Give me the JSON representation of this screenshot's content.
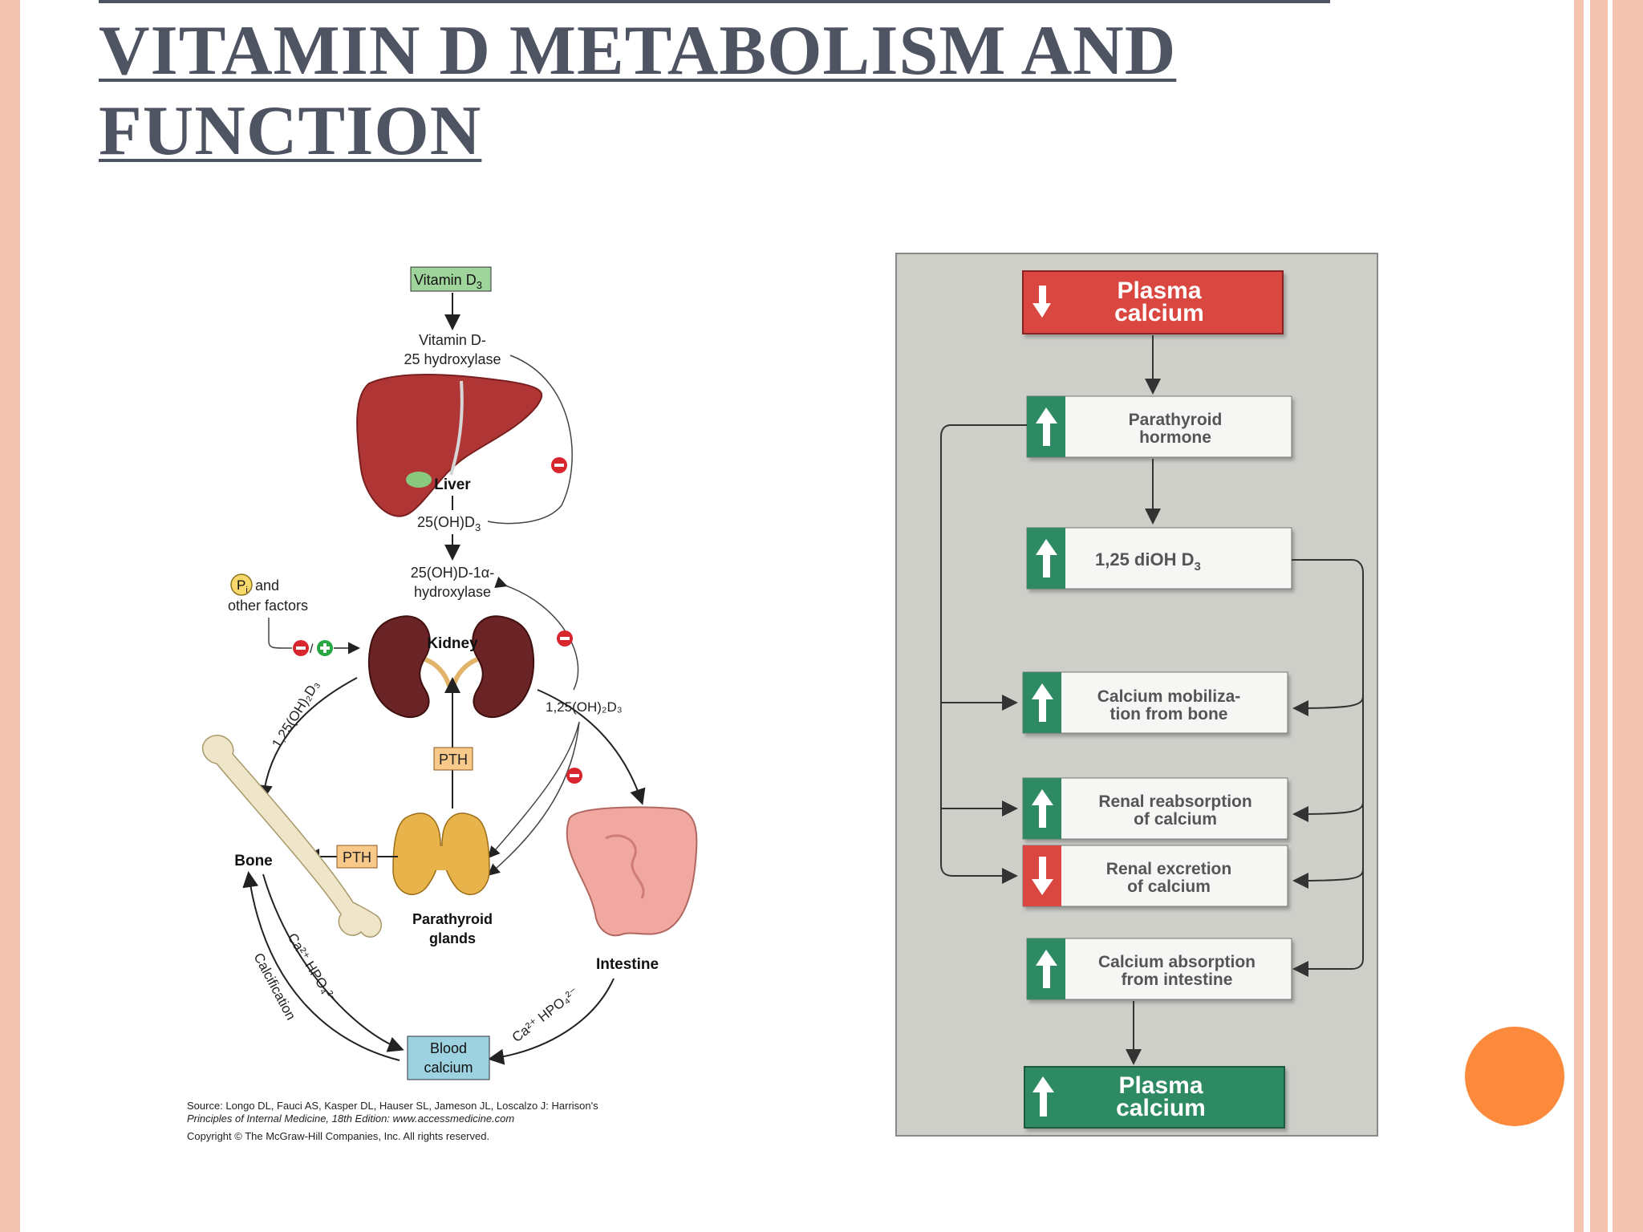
{
  "title": "VITAMIN D METABOLISM AND FUNCTION",
  "left_diagram": {
    "vitamin_d3": "Vitamin D",
    "vitamin_d3_sub": "3",
    "hydroxylase25_line1": "Vitamin D-",
    "hydroxylase25_line2": "25 hydroxylase",
    "liver": "Liver",
    "oh_d3": "25(OH)D",
    "oh_d3_sub": "3",
    "hydroxylase1a_line1": "25(OH)D-1α-",
    "hydroxylase1a_line2": "hydroxylase",
    "pi_label": "P",
    "pi_sub": "i",
    "pi_and": "and",
    "other_factors": "other factors",
    "kidney": "Kidney",
    "dihydroxy_left": "1,25(OH)₂D₃",
    "dihydroxy_right": "1,25(OH)₂D₃",
    "pth_center": "PTH",
    "pth_bone": "PTH",
    "bone": "Bone",
    "parathyroid_line1": "Parathyroid",
    "parathyroid_line2": "glands",
    "intestine": "Intestine",
    "ca_hpo_left": "Ca²⁺ HPO₄²⁻",
    "calcification": "Calcification",
    "ca_hpo_right": "Ca²⁺ HPO₄²⁻",
    "blood_calcium_line1": "Blood",
    "blood_calcium_line2": "calcium",
    "source_line1": "Source: Longo DL, Fauci AS, Kasper DL, Hauser SL, Jameson JL, Loscalzo J: Harrison's",
    "source_line2": "Principles of Internal Medicine, 18th Edition: www.accessmedicine.com",
    "copyright": "Copyright © The McGraw-Hill Companies, Inc. All rights reserved."
  },
  "flowchart": {
    "plasma_calcium_top_line1": "Plasma",
    "plasma_calcium_top_line2": "calcium",
    "parathyroid_line1": "Parathyroid",
    "parathyroid_line2": "hormone",
    "dioh_d3": "1,25 diOH D",
    "dioh_d3_sub": "3",
    "mobilization_line1": "Calcium mobiliza-",
    "mobilization_line2": "tion from bone",
    "reabsorption_line1": "Renal reabsorption",
    "reabsorption_line2": "of calcium",
    "excretion_line1": "Renal excretion",
    "excretion_line2": "of calcium",
    "absorption_line1": "Calcium absorption",
    "absorption_line2": "from intestine",
    "plasma_calcium_bottom_line1": "Plasma",
    "plasma_calcium_bottom_line2": "calcium"
  },
  "colors": {
    "title": "#4f5463",
    "frame": "#f4c3b0",
    "orange_dot": "#fb8a3c",
    "red_box": "#d9463f",
    "green_box": "#2e8a63",
    "flow_background": "#cfcfca"
  }
}
